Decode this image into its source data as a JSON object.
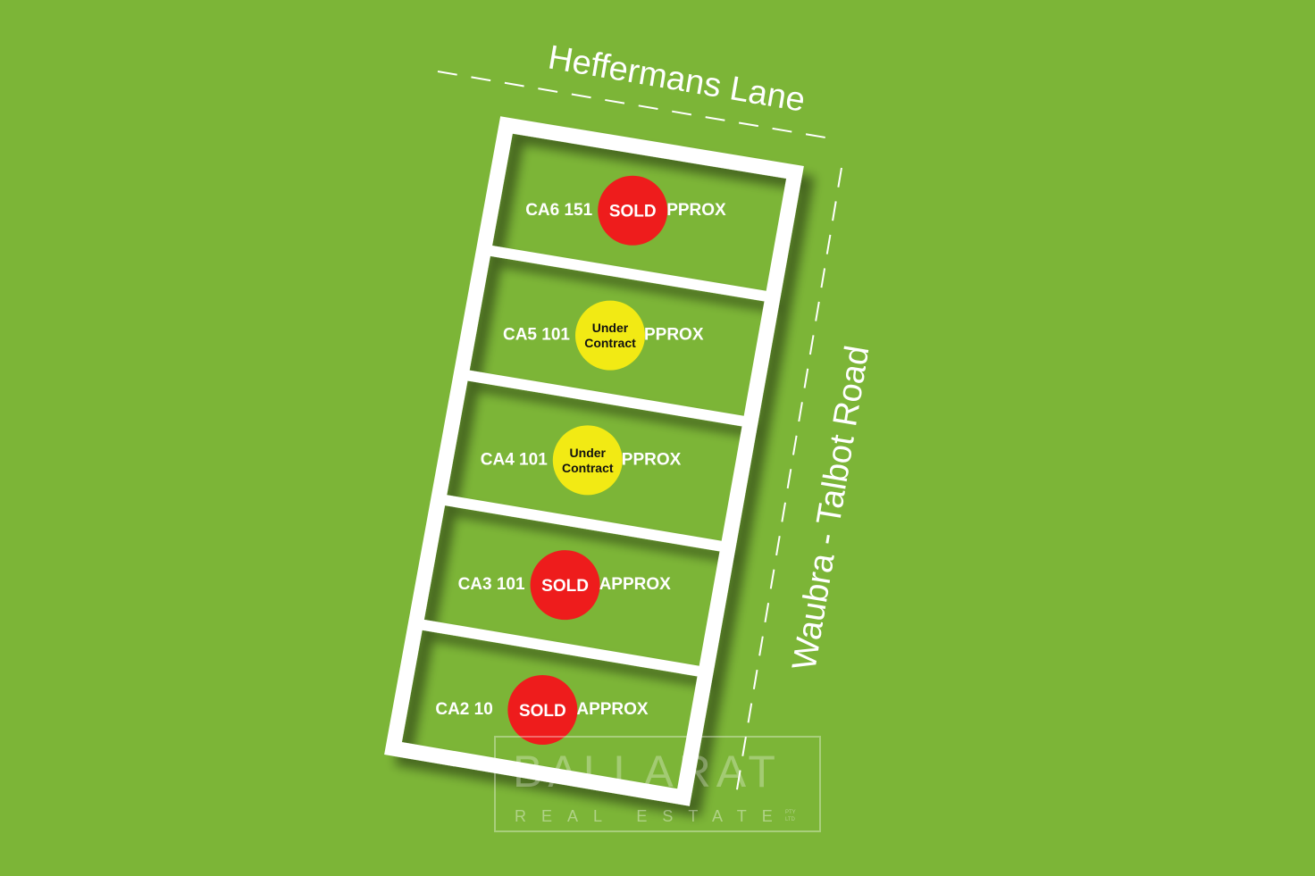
{
  "roads": {
    "top": "Heffermans Lane",
    "right": "Waubra - Talbot Road"
  },
  "lots": [
    {
      "label_left": "CA6 151",
      "label_right": "PPROX",
      "status": "SOLD",
      "badge_lines": [
        "SOLD"
      ],
      "badge_color": "#ee1c1c",
      "badge_text_color": "#ffffff"
    },
    {
      "label_left": "CA5 101",
      "label_right": "PPROX",
      "status": "Under Contract",
      "badge_lines": [
        "Under",
        "Contract"
      ],
      "badge_color": "#f2ea14",
      "badge_text_color": "#111111"
    },
    {
      "label_left": "CA4 101",
      "label_right": "PPROX",
      "status": "Under Contract",
      "badge_lines": [
        "Under",
        "Contract"
      ],
      "badge_color": "#f2ea14",
      "badge_text_color": "#111111"
    },
    {
      "label_left": "CA3 101",
      "label_right": "APPROX",
      "status": "SOLD",
      "badge_lines": [
        "SOLD"
      ],
      "badge_color": "#ee1c1c",
      "badge_text_color": "#ffffff"
    },
    {
      "label_left": "CA2 10",
      "label_right": "APPROX",
      "status": "SOLD",
      "badge_lines": [
        "SOLD"
      ],
      "badge_color": "#ee1c1c",
      "badge_text_color": "#ffffff"
    }
  ],
  "watermark": {
    "line1": "BALLARAT",
    "line2": "REAL ESTATE",
    "suffix": [
      "PTY",
      "LTD"
    ]
  },
  "colors": {
    "background": "#7cb537",
    "boundary": "#ffffff",
    "sold": "#ee1c1c",
    "under_contract": "#f2ea14"
  }
}
